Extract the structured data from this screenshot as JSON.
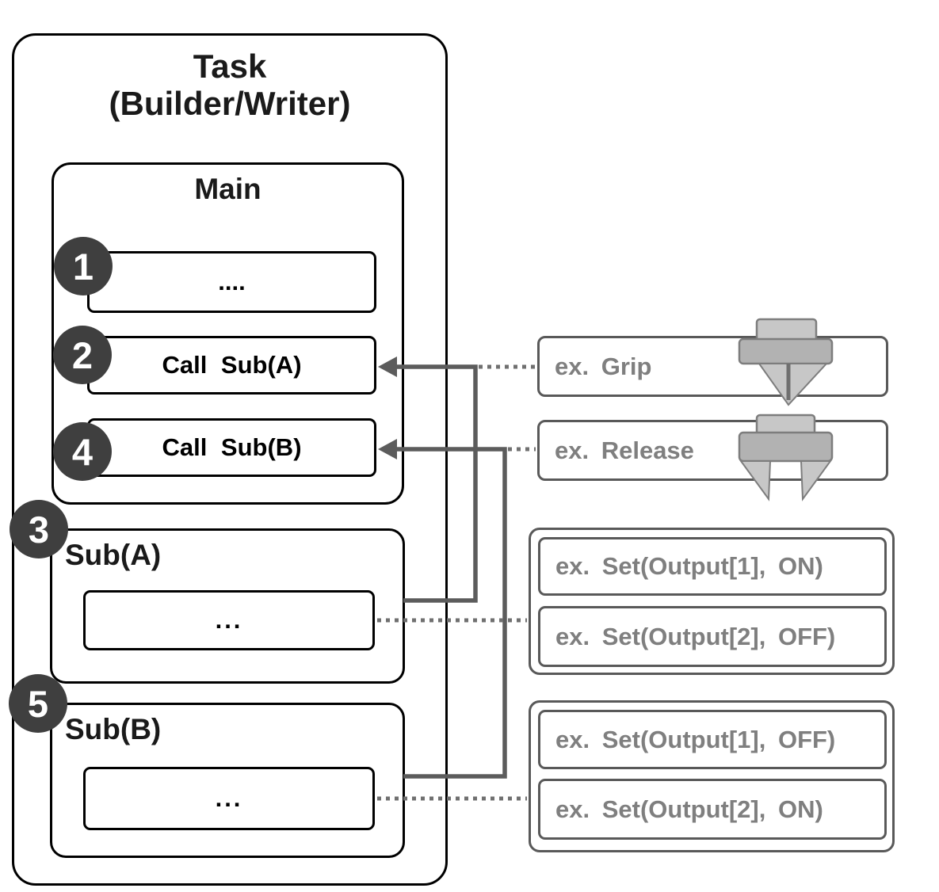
{
  "task": {
    "title_line1": "Task",
    "title_line2": "(Builder/Writer)",
    "main": {
      "title": "Main",
      "steps": [
        {
          "badge": "1",
          "label": "...."
        },
        {
          "badge": "2",
          "label": "Call Sub(A)"
        },
        {
          "badge": "4",
          "label": "Call Sub(B)"
        }
      ]
    },
    "subroutines": [
      {
        "badge": "3",
        "title": "Sub(A)",
        "body": "..."
      },
      {
        "badge": "5",
        "title": "Sub(B)",
        "body": "..."
      }
    ]
  },
  "annotations": {
    "grip": {
      "label": "ex. Grip",
      "icon": "gripper-closed-icon"
    },
    "release": {
      "label": "ex. Release",
      "icon": "gripper-open-icon"
    },
    "sub_a_examples": [
      {
        "label": "ex. Set(Output[1], ON)"
      },
      {
        "label": "ex. Set(Output[2], OFF)"
      }
    ],
    "sub_b_examples": [
      {
        "label": "ex. Set(Output[1], OFF)"
      },
      {
        "label": "ex. Set(Output[2], ON)"
      }
    ]
  },
  "colors": {
    "box_border": "#000000",
    "annotation_border": "#595959",
    "annotation_text": "#7f7f7f",
    "connector_solid": "#5c5c5c",
    "connector_dotted": "#707070",
    "badge_background": "#3f3f3f",
    "badge_text": "#ffffff",
    "icon_light_gray": "#c7c7c7",
    "icon_mid_gray": "#b2b2b2",
    "icon_outline": "#7d7d7d"
  }
}
